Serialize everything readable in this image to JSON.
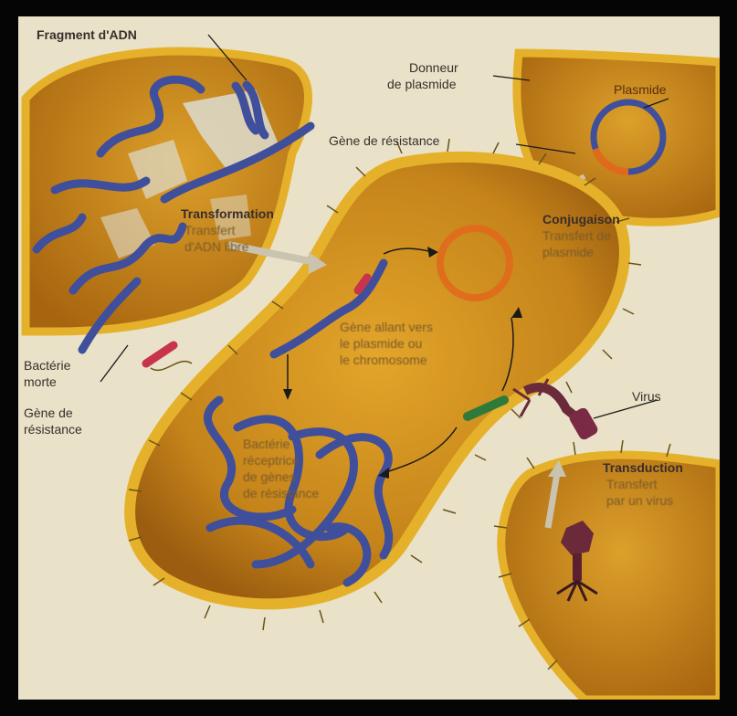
{
  "labels": {
    "dna_fragment": "Fragment d'ADN",
    "plasmid_donor_line1": "Donneur",
    "plasmid_donor_line2": "de plasmide",
    "plasmid": "Plasmide",
    "resistance_gene_top": "Gène de résistance",
    "transformation_title": "Transformation",
    "transformation_sub1": "Transfert",
    "transformation_sub2": "d'ADN libre",
    "conjugation_title": "Conjugaison",
    "conjugation_sub1": "Transfert de",
    "conjugation_sub2": "plasmide",
    "gene_going_line1": "Gène allant vers",
    "gene_going_line2": "le plasmide ou",
    "gene_going_line3": "le chromosome",
    "dead_bacterium_line1": "Bactérie",
    "dead_bacterium_line2": "morte",
    "resistance_gene_left_line1": "Gène de",
    "resistance_gene_left_line2": "résistance",
    "virus": "Virus",
    "recipient_line1": "Bactérie",
    "recipient_line2": "réceptrice",
    "recipient_line3": "de gènes",
    "recipient_line4": "de résistance",
    "transduction_title": "Transduction",
    "transduction_sub1": "Transfert",
    "transduction_sub2": "par un virus"
  },
  "colors": {
    "cell_wall": "#e6b12a",
    "cytoplasm": "#c98a18",
    "cytoplasm_dark": "#a8650f",
    "dna": "#3f4f9c",
    "plasmid_ring": "#e06a1c",
    "resistance_gene_red": "#c8344a",
    "resistance_gene_green": "#2f7a3a",
    "virus": "#6a2a3a",
    "background": "#e9e2c8"
  }
}
